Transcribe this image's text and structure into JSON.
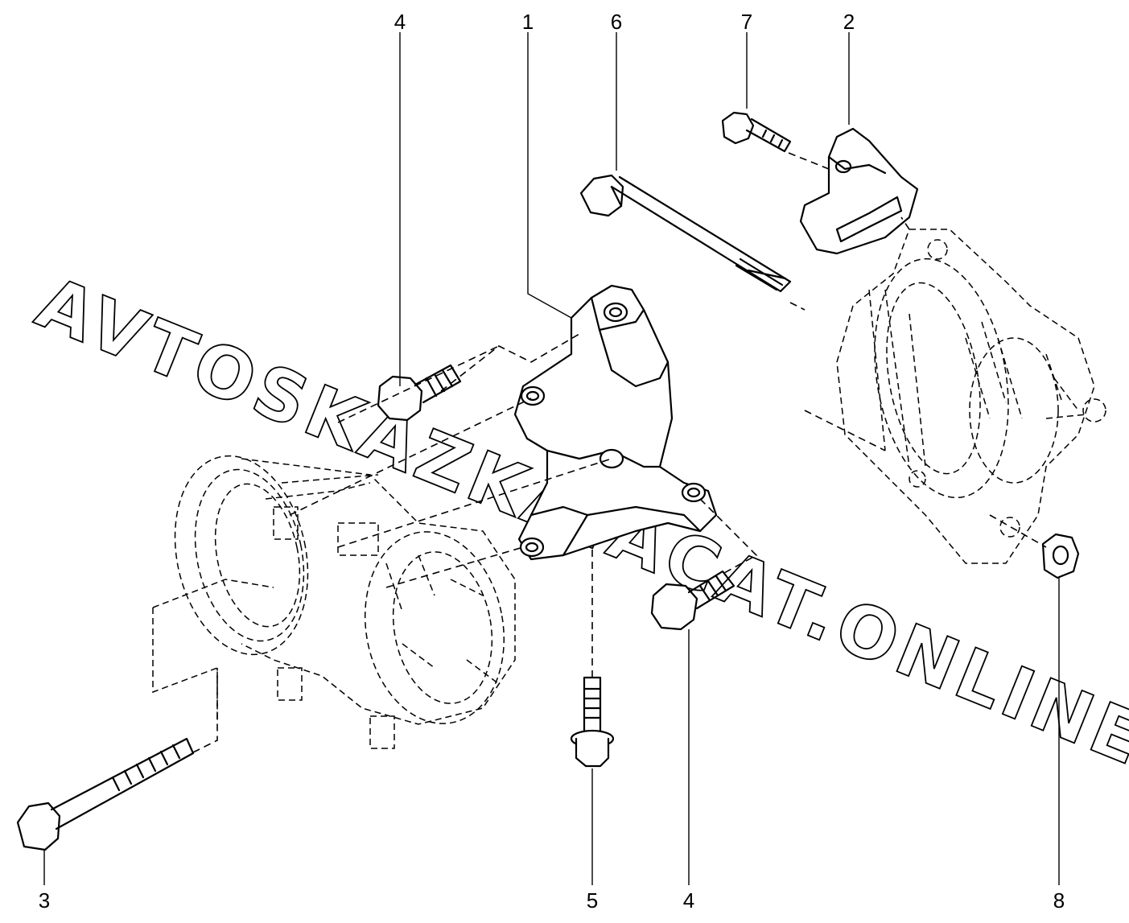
{
  "callouts": [
    {
      "id": "4-top",
      "label": "4"
    },
    {
      "id": "1",
      "label": "1"
    },
    {
      "id": "6",
      "label": "6"
    },
    {
      "id": "7",
      "label": "7"
    },
    {
      "id": "2",
      "label": "2"
    },
    {
      "id": "3",
      "label": "3"
    },
    {
      "id": "5",
      "label": "5"
    },
    {
      "id": "4-bottom",
      "label": "4"
    },
    {
      "id": "8",
      "label": "8"
    }
  ],
  "watermark": "AVTOSKAZKA.ACAT.ONLINE"
}
